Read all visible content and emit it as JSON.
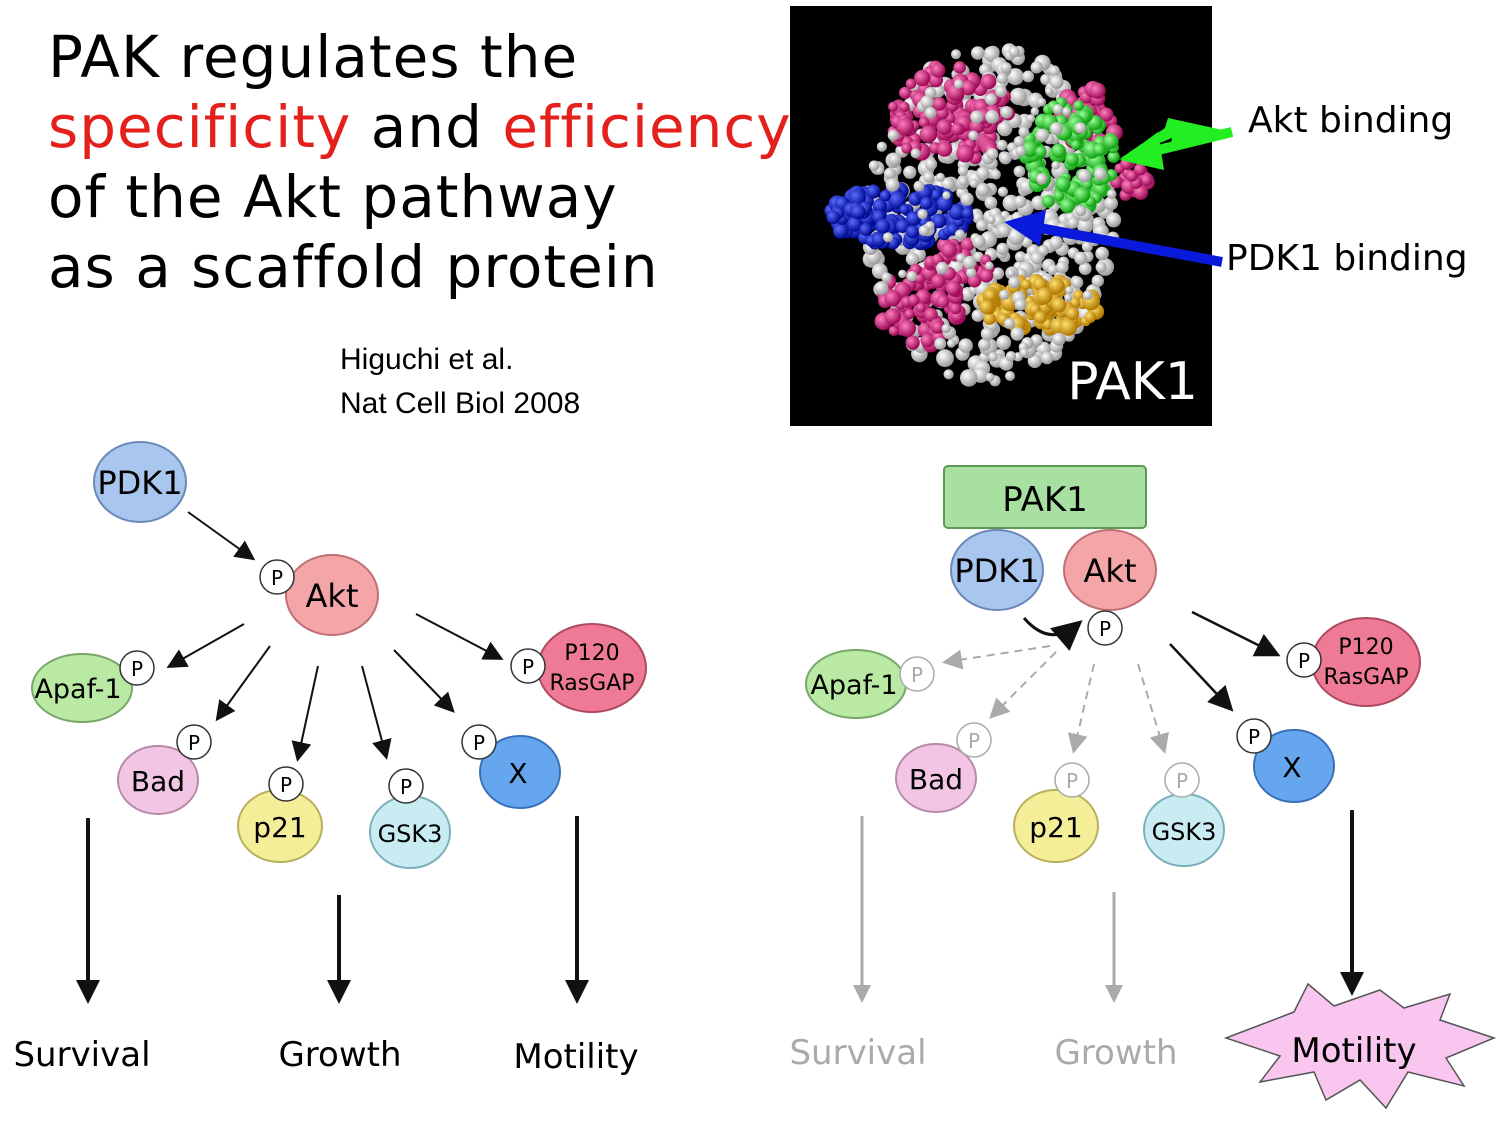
{
  "title": {
    "line1": "PAK regulates the",
    "line2_red1": "specificity",
    "line2_mid": " and ",
    "line2_red2": "efficiency",
    "line3": "of the Akt pathway",
    "line4": "as a scaffold protein"
  },
  "citation": {
    "line1": "Higuchi et al.",
    "line2": "Nat Cell Biol 2008"
  },
  "structure": {
    "label": "PAK1",
    "akt_binding": "Akt binding",
    "pdk1_binding": "PDK1 binding",
    "colors": {
      "akt_site": "#22ee22",
      "pdk1_site": "#0a1adc",
      "pink": "#d81b7c",
      "gold": "#e8b400",
      "white": "#e6e6e6"
    }
  },
  "left_diagram": {
    "pdk1": "PDK1",
    "akt": "Akt",
    "p": "P",
    "apaf1": "Apaf-1",
    "bad": "Bad",
    "p21": "p21",
    "gsk3": "GSK3",
    "x": "X",
    "p120_1": "P120",
    "p120_2": "RasGAP",
    "survival": "Survival",
    "growth": "Growth",
    "motility": "Motility"
  },
  "right_diagram": {
    "pak1": "PAK1",
    "pdk1": "PDK1",
    "akt": "Akt",
    "p": "P",
    "apaf1": "Apaf-1",
    "bad": "Bad",
    "p21": "p21",
    "gsk3": "GSK3",
    "x": "X",
    "p120_1": "P120",
    "p120_2": "RasGAP",
    "survival": "Survival",
    "growth": "Growth",
    "motility": "Motility"
  },
  "colors": {
    "pdk1": "#a9c6ee",
    "akt": "#f4a5a8",
    "apaf1": "#b9e9a3",
    "bad": "#f1c5e3",
    "p21": "#f4ee99",
    "gsk3": "#c9ecf2",
    "x": "#66a6ee",
    "p120": "#ee7a95",
    "pak1": "#a7e0a0",
    "burst": "#f8c6ee",
    "accent_red": "#e3201b"
  }
}
